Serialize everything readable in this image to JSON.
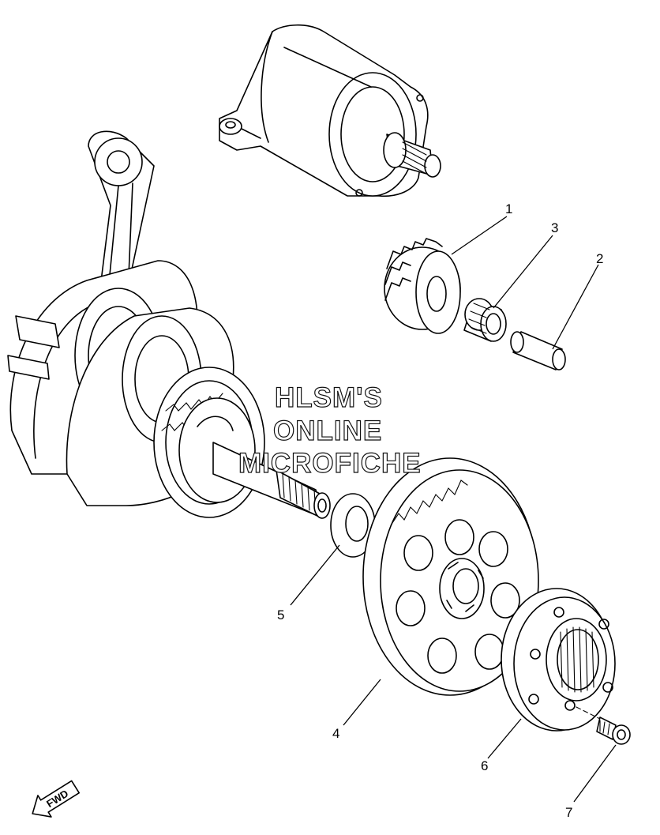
{
  "watermark": {
    "line1": "HLSM'S",
    "line2": "ONLINE",
    "line3": "MICROFICHE"
  },
  "callouts": [
    "1",
    "2",
    "3",
    "4",
    "5",
    "6",
    "7"
  ],
  "fwd_label": "FWD"
}
